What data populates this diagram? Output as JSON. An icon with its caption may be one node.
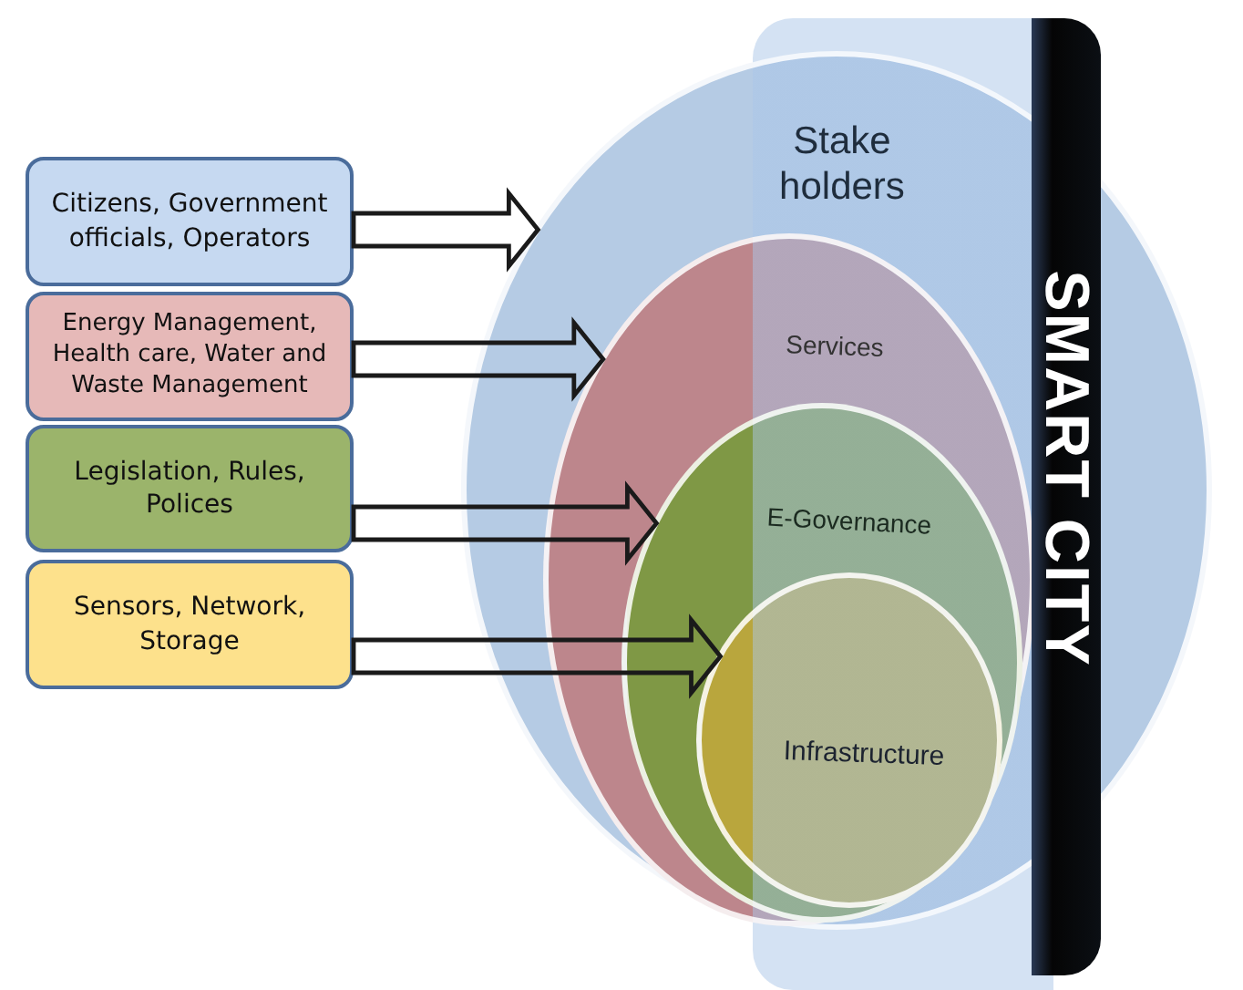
{
  "diagram": {
    "nodes": [
      {
        "text": [
          "Citizens, Government officials, Operators"
        ]
      },
      {
        "text": [
          "Energy Management, Health care, Water and Waste Management"
        ]
      },
      {
        "text": [
          "Legislation, Rules, Polices"
        ]
      },
      {
        "text": [
          "Sensors, Network, Storage"
        ]
      },
      {
        "text": [
          "SMART CITY"
        ]
      },
      {
        "text": [
          "Stake holders"
        ]
      },
      {
        "text": [
          "Services"
        ],
        "in": 5
      },
      {
        "text": [
          "E-Governance"
        ],
        "in": 6
      },
      {
        "text": [
          "Infrastructure"
        ],
        "in": 7
      }
    ],
    "edges": [
      {
        "from": 0,
        "to": 5,
        "arrow": "to"
      },
      {
        "from": 1,
        "to": 6,
        "arrow": "to"
      },
      {
        "from": 2,
        "to": 7,
        "arrow": "to"
      },
      {
        "from": 3,
        "to": 8,
        "arrow": "to"
      }
    ]
  }
}
